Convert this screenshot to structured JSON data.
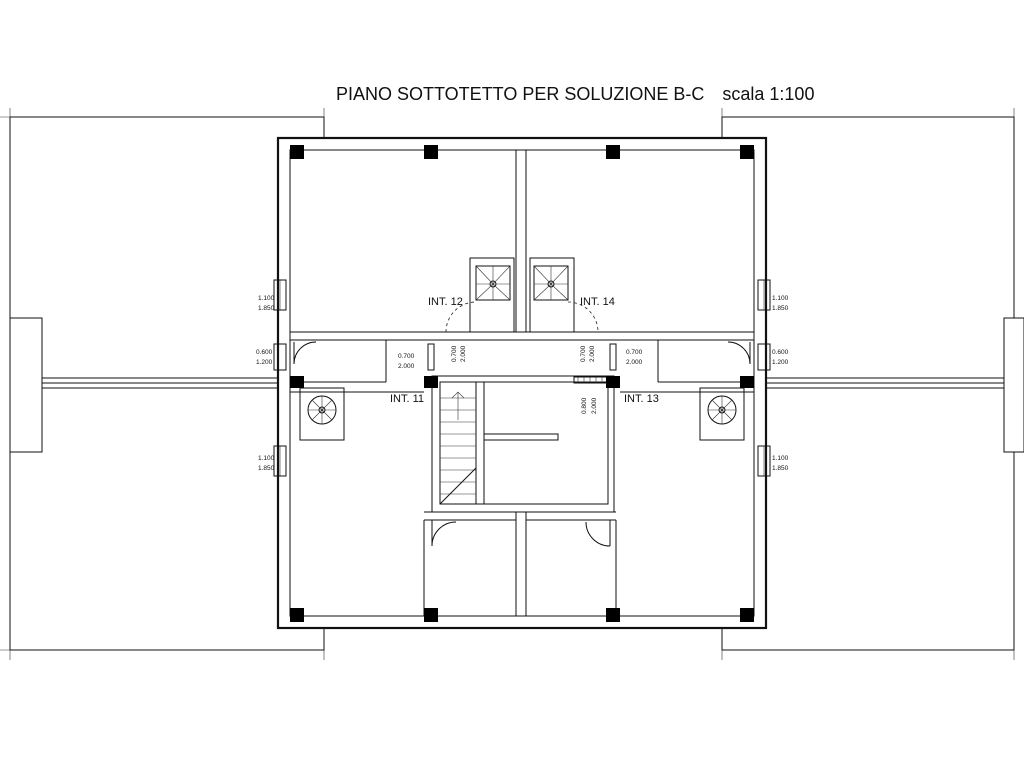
{
  "title": {
    "main": "PIANO SOTTOTETTO PER SOLUZIONE B-C",
    "scale": "scala 1:100"
  },
  "units": {
    "int12": "INT. 12",
    "int14": "INT. 14",
    "int11": "INT. 11",
    "int13": "INT. 13"
  },
  "windows": {
    "left_upper": {
      "width": "1.100",
      "height": "1.850"
    },
    "left_lower": {
      "width": "1.100",
      "height": "1.850"
    },
    "right_upper": {
      "width": "1.100",
      "height": "1.850"
    },
    "right_lower": {
      "width": "1.100",
      "height": "1.850"
    },
    "left_mid": {
      "width": "0.600",
      "height": "1.200"
    },
    "right_mid": {
      "width": "0.600",
      "height": "1.200"
    },
    "door_left": {
      "width": "0.700",
      "height": "2.000"
    },
    "door_right": {
      "width": "0.700",
      "height": "2.000"
    },
    "door_v1": {
      "width": "0.700",
      "height": "2.000"
    },
    "door_v2": {
      "width": "0.700",
      "height": "2.000"
    },
    "door_v3": {
      "width": "0.800",
      "height": "2.000"
    }
  },
  "hatch_color": "#333333"
}
